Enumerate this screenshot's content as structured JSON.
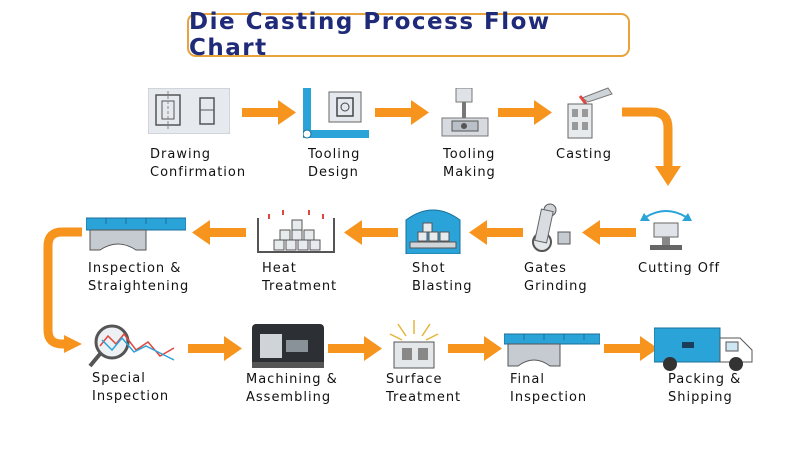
{
  "title": "Die Casting Process Flow Chart",
  "colors": {
    "arrow": "#f7941d",
    "title_border": "#e8a33c",
    "title_text": "#1f2a78",
    "blue": "#2aa3d9"
  },
  "steps": [
    {
      "icon": "drawing-icon",
      "line1": "Drawing",
      "line2": "Confirmation"
    },
    {
      "icon": "tooling-design-icon",
      "line1": "Tooling",
      "line2": "Design"
    },
    {
      "icon": "tooling-making-icon",
      "line1": "Tooling",
      "line2": "Making"
    },
    {
      "icon": "casting-icon",
      "line1": "Casting",
      "line2": ""
    },
    {
      "icon": "cutting-off-icon",
      "line1": "Cutting Off",
      "line2": ""
    },
    {
      "icon": "gates-grinding-icon",
      "line1": "Gates",
      "line2": "Grinding"
    },
    {
      "icon": "shot-blasting-icon",
      "line1": "Shot",
      "line2": "Blasting"
    },
    {
      "icon": "heat-treatment-icon",
      "line1": "Heat",
      "line2": "Treatment"
    },
    {
      "icon": "inspection-straightening-icon",
      "line1": "Inspection &",
      "line2": "Straightening"
    },
    {
      "icon": "special-inspection-icon",
      "line1": "Special",
      "line2": "Inspection"
    },
    {
      "icon": "machining-icon",
      "line1": "Machining &",
      "line2": "Assembling"
    },
    {
      "icon": "surface-treatment-icon",
      "line1": "Surface",
      "line2": "Treatment"
    },
    {
      "icon": "final-inspection-icon",
      "line1": "Final",
      "line2": "Inspection"
    },
    {
      "icon": "truck-icon",
      "line1": "Packing &",
      "line2": "Shipping"
    }
  ]
}
